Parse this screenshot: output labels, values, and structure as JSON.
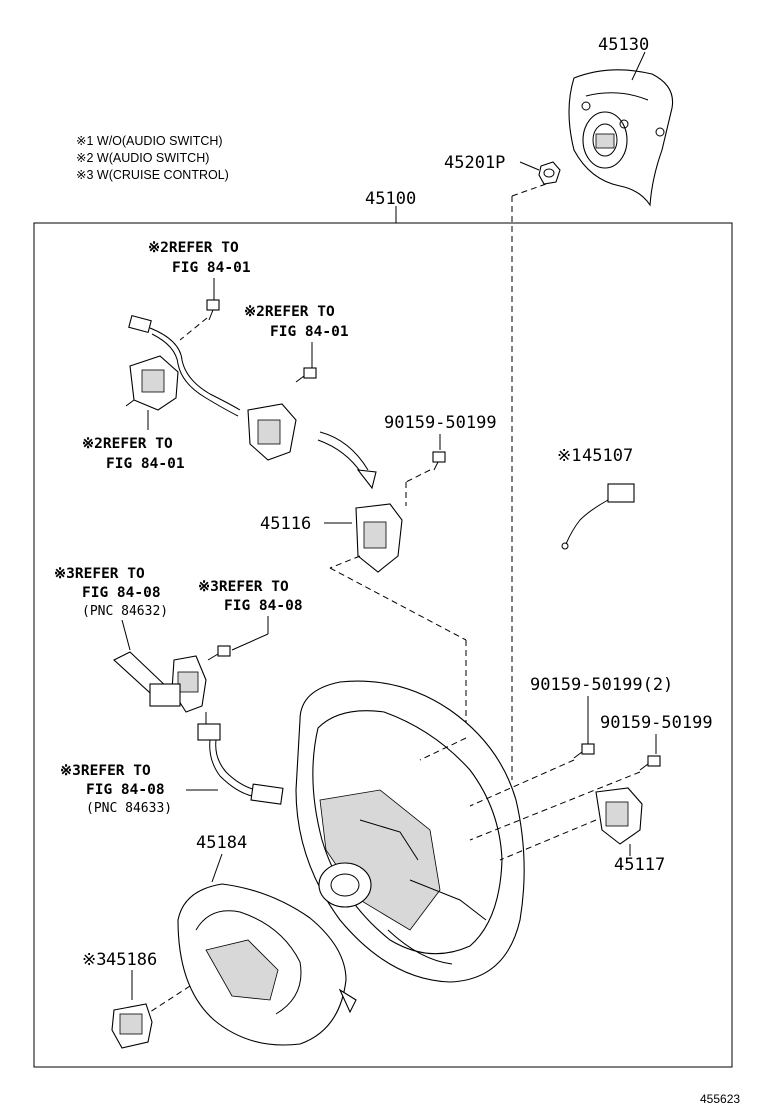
{
  "legend": [
    "※1 W/O(AUDIO SWITCH)",
    "※2 W(AUDIO SWITCH)",
    "※3 W(CRUISE CONTROL)"
  ],
  "parts": {
    "p45130": "45130",
    "p45201p": "45201P",
    "p45100": "45100",
    "p90159a": "90159-50199",
    "p45107_mark": "※1",
    "p45107": "45107",
    "p45116": "45116",
    "p90159b": "90159-50199(2)",
    "p90159c": "90159-50199",
    "p45117": "45117",
    "p45184": "45184",
    "p45186_mark": "※3",
    "p45186": "45186"
  },
  "refs": {
    "r1_l1": "※2REFER TO",
    "r1_l2": "FIG 84-01",
    "r2_l1": "※2REFER TO",
    "r2_l2": "FIG 84-01",
    "r3_l1": "※2REFER TO",
    "r3_l2": "FIG 84-01",
    "r4_l1": "※3REFER TO",
    "r4_l2": "FIG 84-08",
    "r4_l3": "(PNC 84632)",
    "r5_l1": "※3REFER TO",
    "r5_l2": "FIG 84-08",
    "r6_l1": "※3REFER TO",
    "r6_l2": "FIG 84-08",
    "r6_l3": "(PNC 84633)"
  },
  "drawing_number": "455623"
}
